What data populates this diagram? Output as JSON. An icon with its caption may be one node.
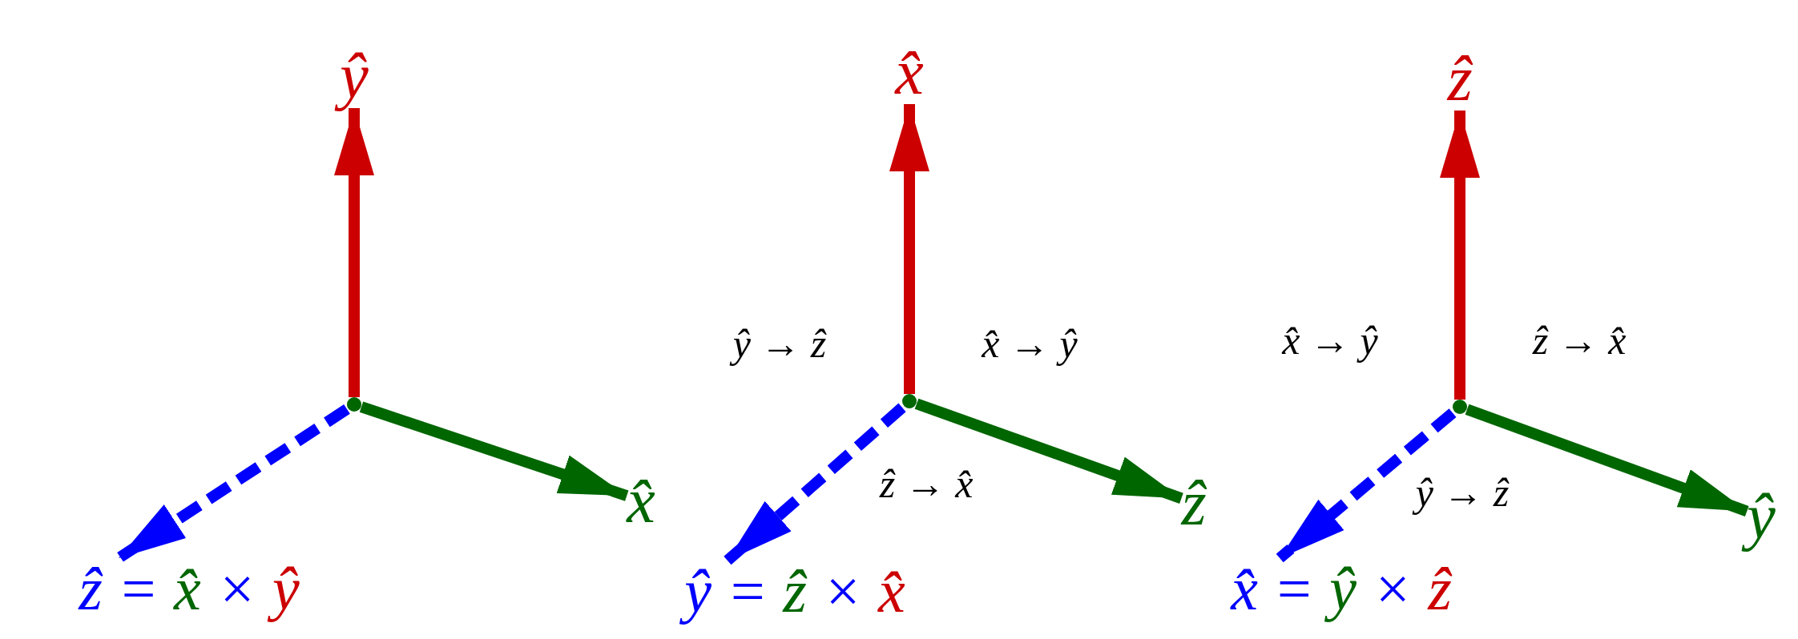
{
  "diagram": {
    "nodes": [
      {
        "text": [],
        "shape": "circle"
      },
      {
        "text": [
          "ŷ"
        ]
      },
      {
        "text": [
          "x̂"
        ]
      },
      {
        "text": [
          "ẑ = x̂ × ŷ"
        ]
      },
      {
        "text": [],
        "shape": "circle"
      },
      {
        "text": [
          "x̂"
        ]
      },
      {
        "text": [
          "ẑ"
        ]
      },
      {
        "text": [
          "ŷ = ẑ × x̂"
        ]
      },
      {
        "text": [],
        "shape": "circle"
      },
      {
        "text": [
          "ẑ"
        ]
      },
      {
        "text": [
          "ŷ"
        ]
      },
      {
        "text": [
          "x̂ = ŷ × ẑ"
        ]
      }
    ],
    "edges": [
      {
        "from": 0,
        "to": 1,
        "arrow": "to",
        "color": "#cc0000"
      },
      {
        "from": 0,
        "to": 2,
        "arrow": "to",
        "color": "#006600"
      },
      {
        "from": 0,
        "to": 3,
        "arrow": "to",
        "style": "dashed",
        "color": "#0000ff"
      },
      {
        "from": 4,
        "to": 5,
        "arrow": "to",
        "color": "#cc0000"
      },
      {
        "from": 4,
        "to": 6,
        "arrow": "to",
        "color": "#006600"
      },
      {
        "from": 4,
        "to": 7,
        "arrow": "to",
        "style": "dashed",
        "color": "#0000ff"
      },
      {
        "from": 8,
        "to": 9,
        "arrow": "to",
        "color": "#cc0000"
      },
      {
        "from": 8,
        "to": 10,
        "arrow": "to",
        "color": "#006600"
      },
      {
        "from": 8,
        "to": 11,
        "arrow": "to",
        "style": "dashed",
        "color": "#0000ff"
      }
    ],
    "labels": [
      "ŷ → ẑ",
      "x̂ → ŷ",
      "x̂ → ŷ",
      "ẑ → x̂",
      "ẑ → x̂",
      "ŷ → ẑ"
    ]
  }
}
